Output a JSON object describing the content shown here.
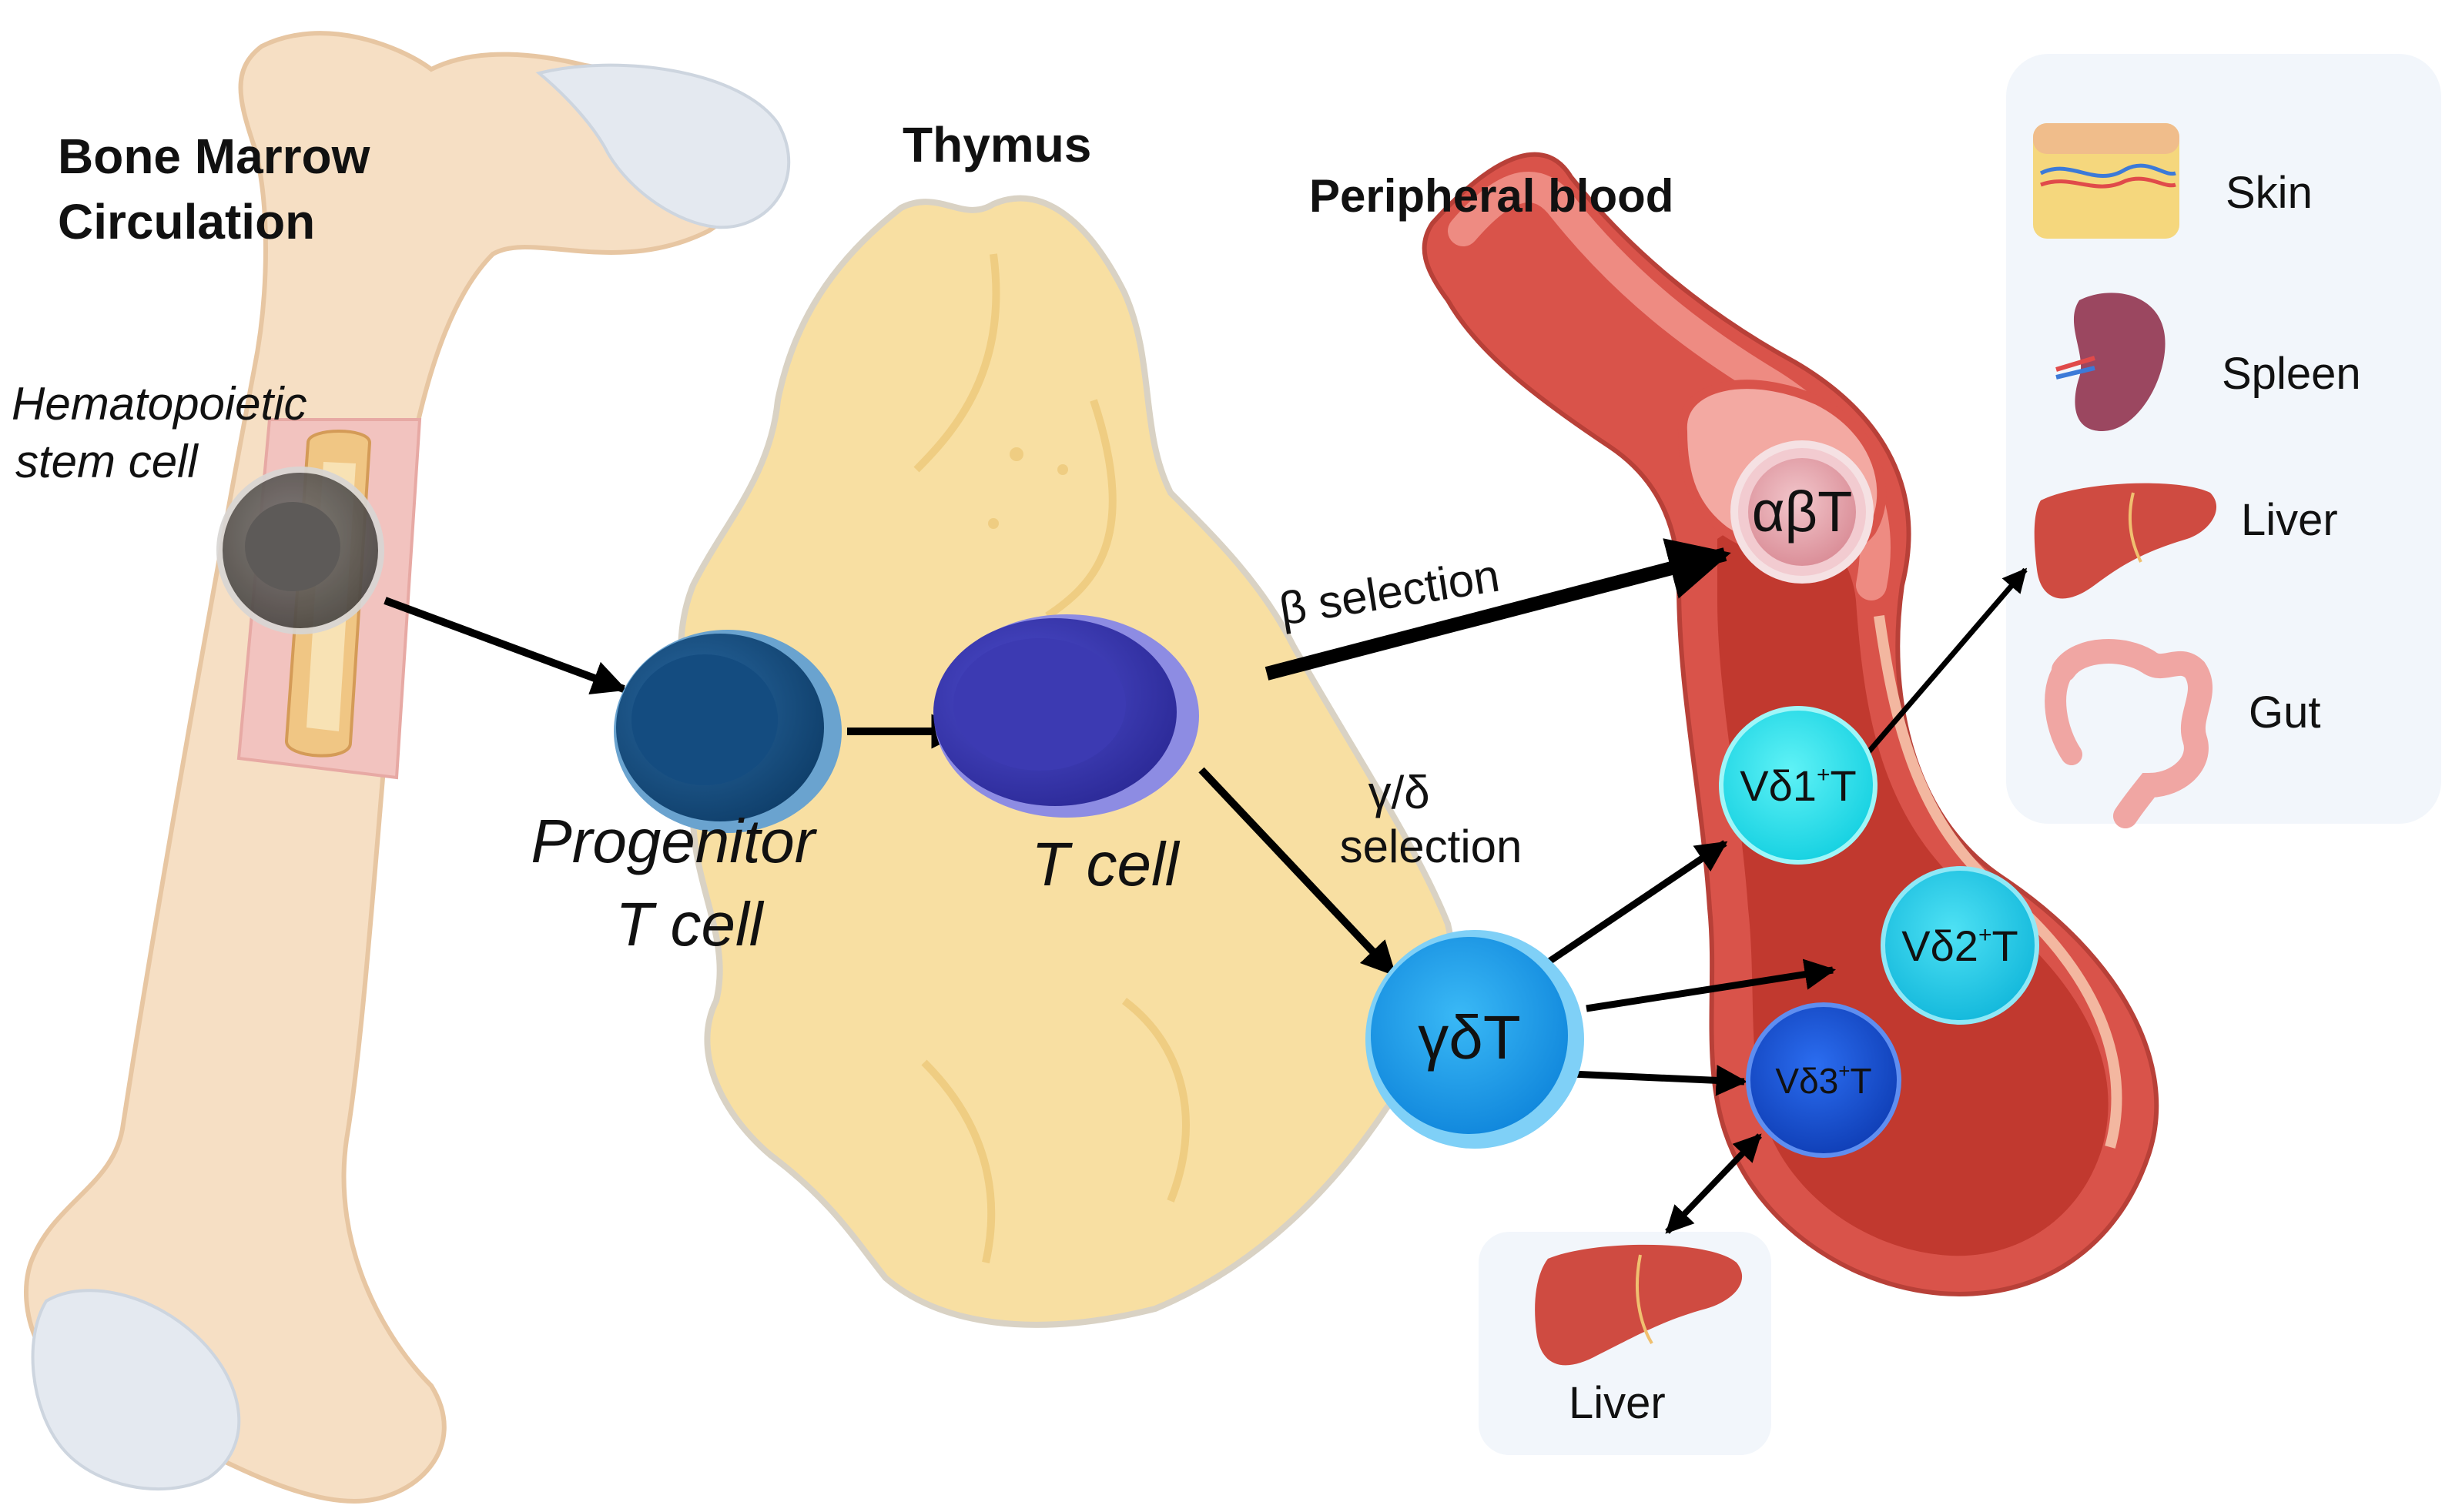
{
  "sections": {
    "bone_marrow_line1": "Bone Marrow",
    "bone_marrow_line2": "Circulation",
    "thymus": "Thymus",
    "peripheral_blood": "Peripheral blood"
  },
  "cells": {
    "hsc_line1": "Hematopoietic",
    "hsc_line2": "stem cell",
    "progenitor_line1": "Progenitor",
    "progenitor_line2": "T cell",
    "t_cell": "T cell",
    "ab_t": "αβT",
    "gd_t": "γδT",
    "vd1": "Vδ1",
    "vd2": "Vδ2",
    "vd3": "Vδ3",
    "plus_sup": "+",
    "t_suffix": "T"
  },
  "selection": {
    "beta": "β selection",
    "gd_line1": "γ/δ",
    "gd_line2": "selection"
  },
  "organs": {
    "skin": "Skin",
    "spleen": "Spleen",
    "liver": "Liver",
    "gut": "Gut",
    "liver_bottom": "Liver"
  },
  "colors": {
    "bone": "#f6dfc4",
    "thymus": "#f8dfa2",
    "vessel": "#d9534a",
    "progenitor": "#1b5e95",
    "t_cell": "#4745b8",
    "gd_t": "#29a9ef",
    "vd1": "#2ee6ee",
    "vd2": "#22d2ec",
    "vd3": "#1a55d8",
    "ab_t": "#e7aab2",
    "liver": "#cf4b41",
    "spleen": "#9b4760",
    "gut": "#f0a6a3"
  }
}
